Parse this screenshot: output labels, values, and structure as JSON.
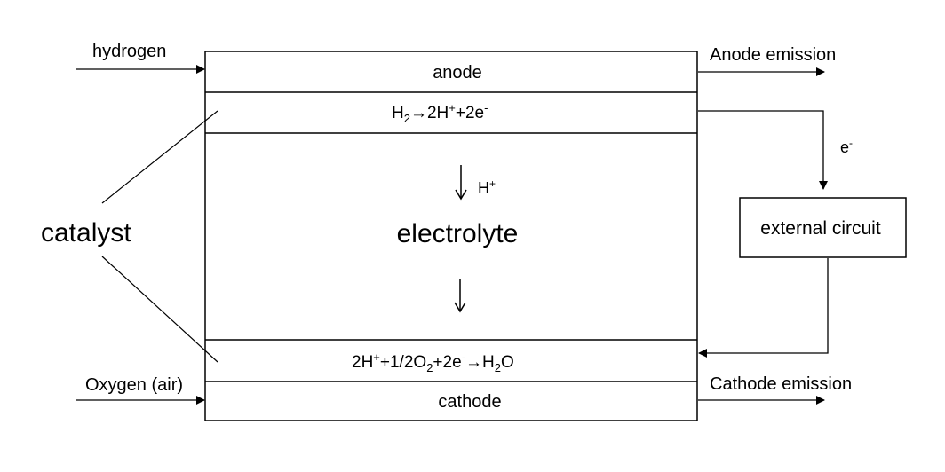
{
  "labels": {
    "hydrogen": "hydrogen",
    "oxygen_air": "Oxygen (air)",
    "anode": "anode",
    "cathode": "cathode",
    "anode_emission": "Anode emission",
    "cathode_emission": "Cathode emission",
    "electrolyte": "electrolyte",
    "catalyst": "catalyst",
    "external_circuit": "external circuit",
    "h_plus": "H",
    "h_plus_sup": "+",
    "electron": "e",
    "electron_sup": "-"
  },
  "reactions": {
    "anode": {
      "h": "H",
      "sub2": "2",
      "arrow": "→",
      "two_h": "2H",
      "plus_sup": "+",
      "plus_two_e": "+2e",
      "minus_sup": "-"
    },
    "cathode": {
      "two_h": "2H",
      "plus_sup": "+",
      "plus_half_o": "+1/2O",
      "sub2": "2",
      "plus_two_e": "+2e",
      "minus_sup": "-",
      "arrow": "→",
      "h": "H",
      "sub2_b": "2",
      "o": "O"
    }
  },
  "colors": {
    "stroke": "#000000",
    "background": "#ffffff"
  }
}
